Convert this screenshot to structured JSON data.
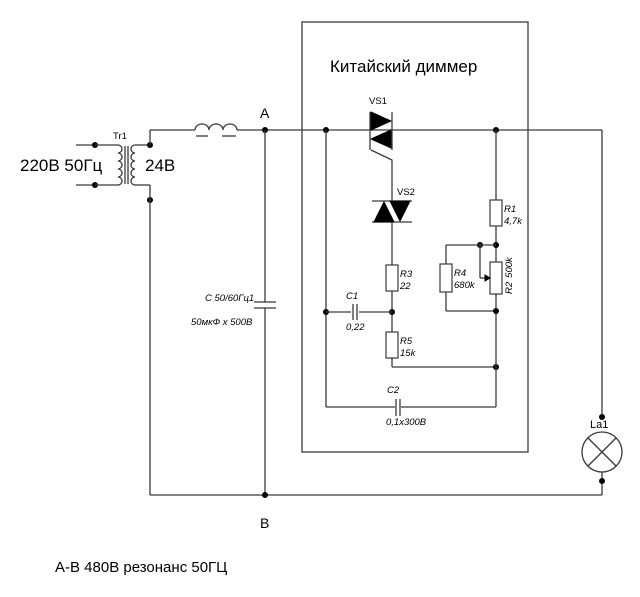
{
  "diagram": {
    "title_box": "Китайский диммер",
    "caption": "A-B 480В резонанс 50ГЦ",
    "nodes": {
      "a": "A",
      "b": "B"
    },
    "source": {
      "input_label": "220В 50Гц",
      "transformer_ref": "Tr1",
      "output_label": "24В"
    },
    "resonant_capacitor": {
      "ref": "C 50/60Гц1",
      "value": "50мкФ x 500В"
    },
    "components": {
      "vs1": {
        "ref": "VS1"
      },
      "vs2": {
        "ref": "VS2"
      },
      "r1": {
        "ref": "R1",
        "value": "4,7k"
      },
      "r2": {
        "ref": "R2",
        "value": "500k"
      },
      "r3": {
        "ref": "R3",
        "value": "22"
      },
      "r4": {
        "ref": "R4",
        "value": "680k"
      },
      "r5": {
        "ref": "R5",
        "value": "15k"
      },
      "c1": {
        "ref": "C1",
        "value": "0,22"
      },
      "c2": {
        "ref": "C2",
        "value": "0,1x300В"
      },
      "la1": {
        "ref": "La1"
      }
    }
  }
}
